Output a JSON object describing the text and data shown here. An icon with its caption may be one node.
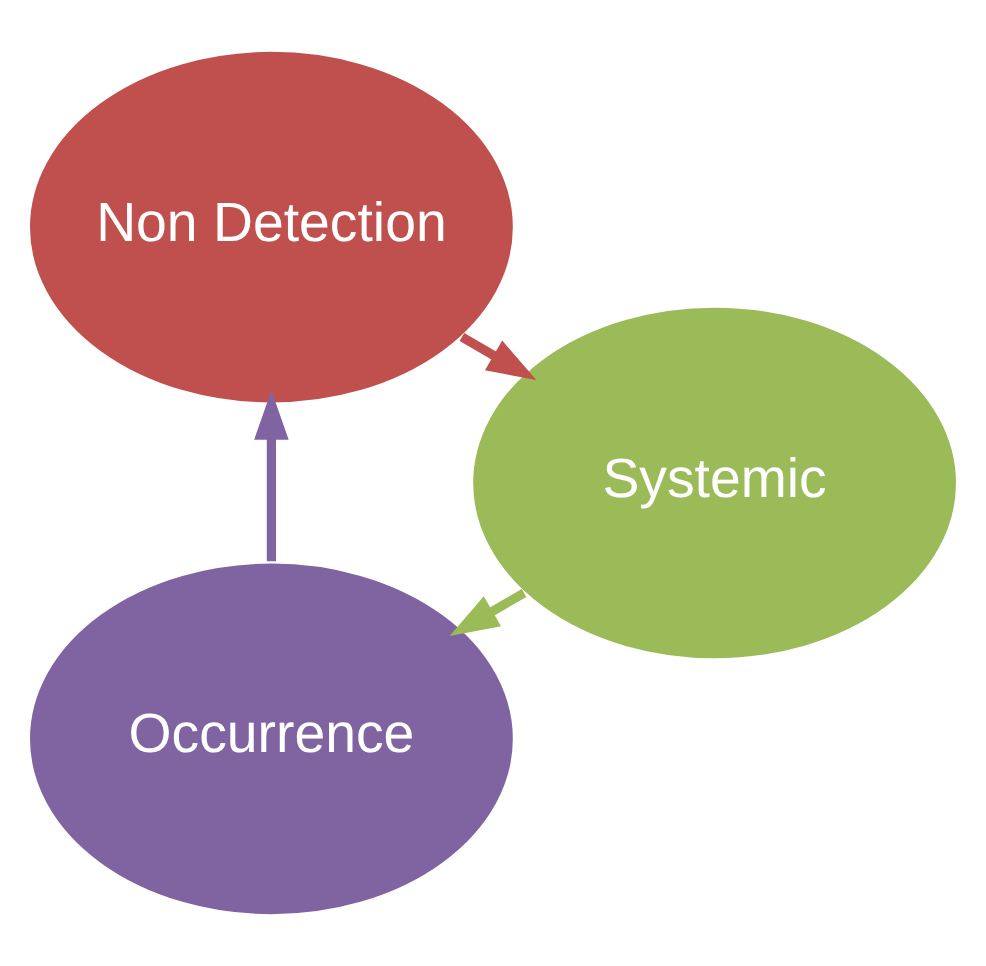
{
  "diagram": {
    "nodes": [
      {
        "text": [
          "Occurrence"
        ]
      },
      {
        "text": [
          "Non Detection"
        ]
      },
      {
        "text": [
          "Systemic"
        ]
      }
    ],
    "edges": [
      {
        "from": 0,
        "to": 1,
        "arrow": "to"
      },
      {
        "from": 1,
        "to": 2,
        "arrow": "to"
      },
      {
        "from": 2,
        "to": 0,
        "arrow": "to"
      }
    ]
  }
}
